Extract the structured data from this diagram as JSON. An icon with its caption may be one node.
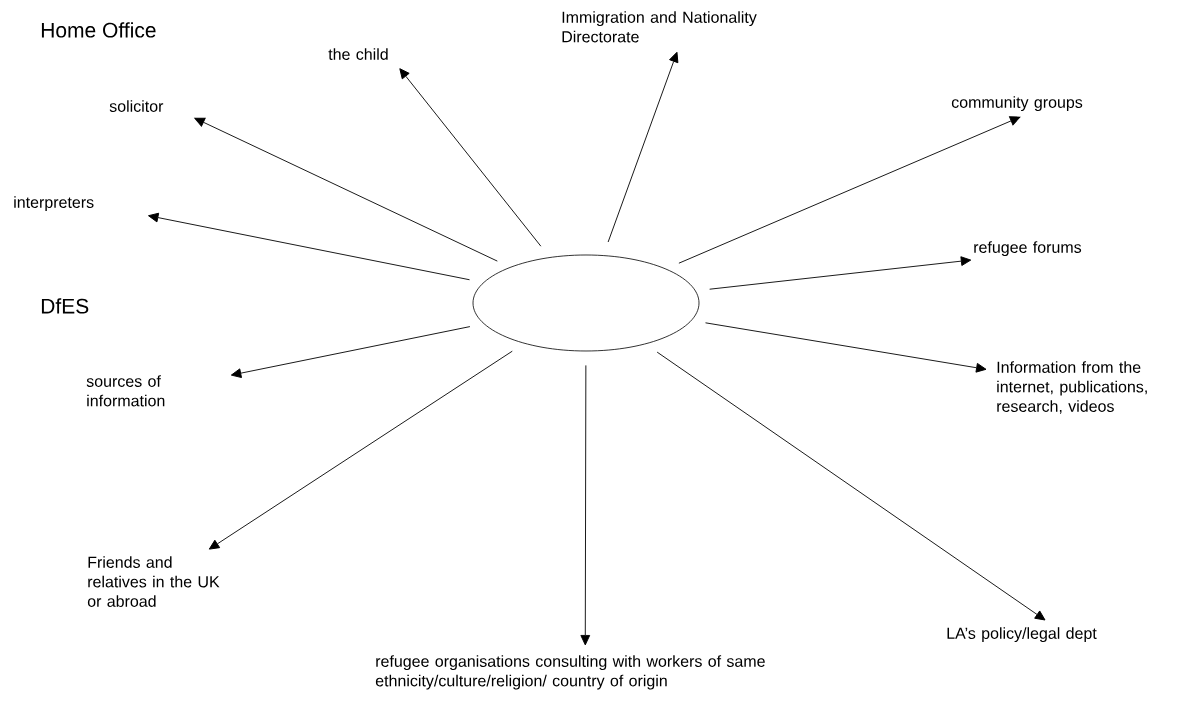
{
  "diagram": {
    "nodes": [
      {
        "text": [],
        "shape": "ellipse"
      },
      {
        "text": [
          "the child"
        ]
      },
      {
        "text": [
          "Immigration and Nationality Directorate"
        ]
      },
      {
        "text": [
          "community groups"
        ]
      },
      {
        "text": [
          "refugee forums"
        ]
      },
      {
        "text": [
          "Information from the internet, publications, research, videos"
        ]
      },
      {
        "text": [
          "LA’s policy/legal dept"
        ]
      },
      {
        "text": [
          "refugee organisations consulting with workers of same ethnicity/culture/religion/ country of origin"
        ]
      },
      {
        "text": [
          "Friends and relatives in the UK or abroad"
        ]
      },
      {
        "text": [
          "sources of information"
        ]
      },
      {
        "text": [
          "interpreters"
        ]
      },
      {
        "text": [
          "solicitor"
        ]
      }
    ],
    "edges": [
      {
        "from": 0,
        "to": 1,
        "arrow": "to"
      },
      {
        "from": 0,
        "to": 2,
        "arrow": "to"
      },
      {
        "from": 0,
        "to": 3,
        "arrow": "to"
      },
      {
        "from": 0,
        "to": 4,
        "arrow": "to"
      },
      {
        "from": 0,
        "to": 5,
        "arrow": "to"
      },
      {
        "from": 0,
        "to": 6,
        "arrow": "to"
      },
      {
        "from": 0,
        "to": 7,
        "arrow": "to"
      },
      {
        "from": 0,
        "to": 8,
        "arrow": "to"
      },
      {
        "from": 0,
        "to": 9,
        "arrow": "to"
      },
      {
        "from": 0,
        "to": 10,
        "arrow": "to"
      },
      {
        "from": 0,
        "to": 11,
        "arrow": "to"
      }
    ],
    "labels": [
      "Home Office",
      "DfES"
    ]
  }
}
